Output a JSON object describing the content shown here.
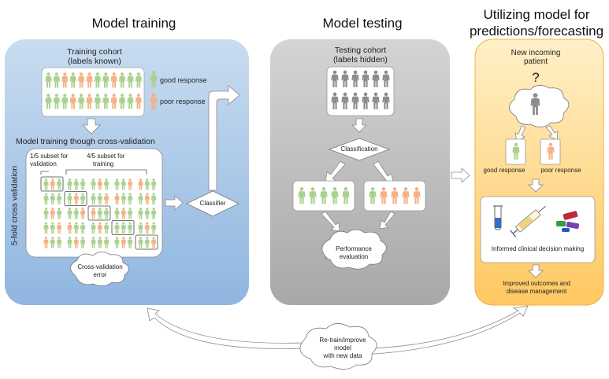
{
  "titles": {
    "training": "Model training",
    "testing": "Model testing",
    "predicting": "Utilizing model for predictions/forecasting"
  },
  "training_panel": {
    "cohort_label_1": "Training cohort",
    "cohort_label_2": "(labels known)",
    "legend_good": "good response",
    "legend_poor": "poor response",
    "cv_heading": "Model training though cross-validation",
    "validation_label_1": "1/5 subset for",
    "validation_label_2": "validation",
    "training_label_1": "4/5 subset for",
    "training_label_2": "training",
    "fold_label": "5-fold cross validation",
    "cv_error_1": "Cross-validation",
    "cv_error_2": "error",
    "classifier": "Classifier"
  },
  "testing_panel": {
    "cohort_label_1": "Testing cohort",
    "cohort_label_2": "(labels hidden)",
    "classification": "Classification",
    "performance_1": "Performance",
    "performance_2": "evaluation"
  },
  "prediction_panel": {
    "new_patient_1": "New incoming",
    "new_patient_2": "patient",
    "question": "?",
    "good_response": "good response",
    "poor_response": "poor response",
    "decision": "Informed clinical  decision making",
    "outcome_1": "Improved outcomes and",
    "outcome_2": "disease management"
  },
  "retrain": {
    "line_1": "Re-train/improve",
    "line_2": "model",
    "line_3": "with new data"
  },
  "colors": {
    "good": "#a9d18e",
    "poor": "#f4b183",
    "unknown": "#8c8c8c",
    "training_panel": "#9dc3e6",
    "testing_panel": "#bfbfbf",
    "prediction_panel": "#ffd966"
  }
}
